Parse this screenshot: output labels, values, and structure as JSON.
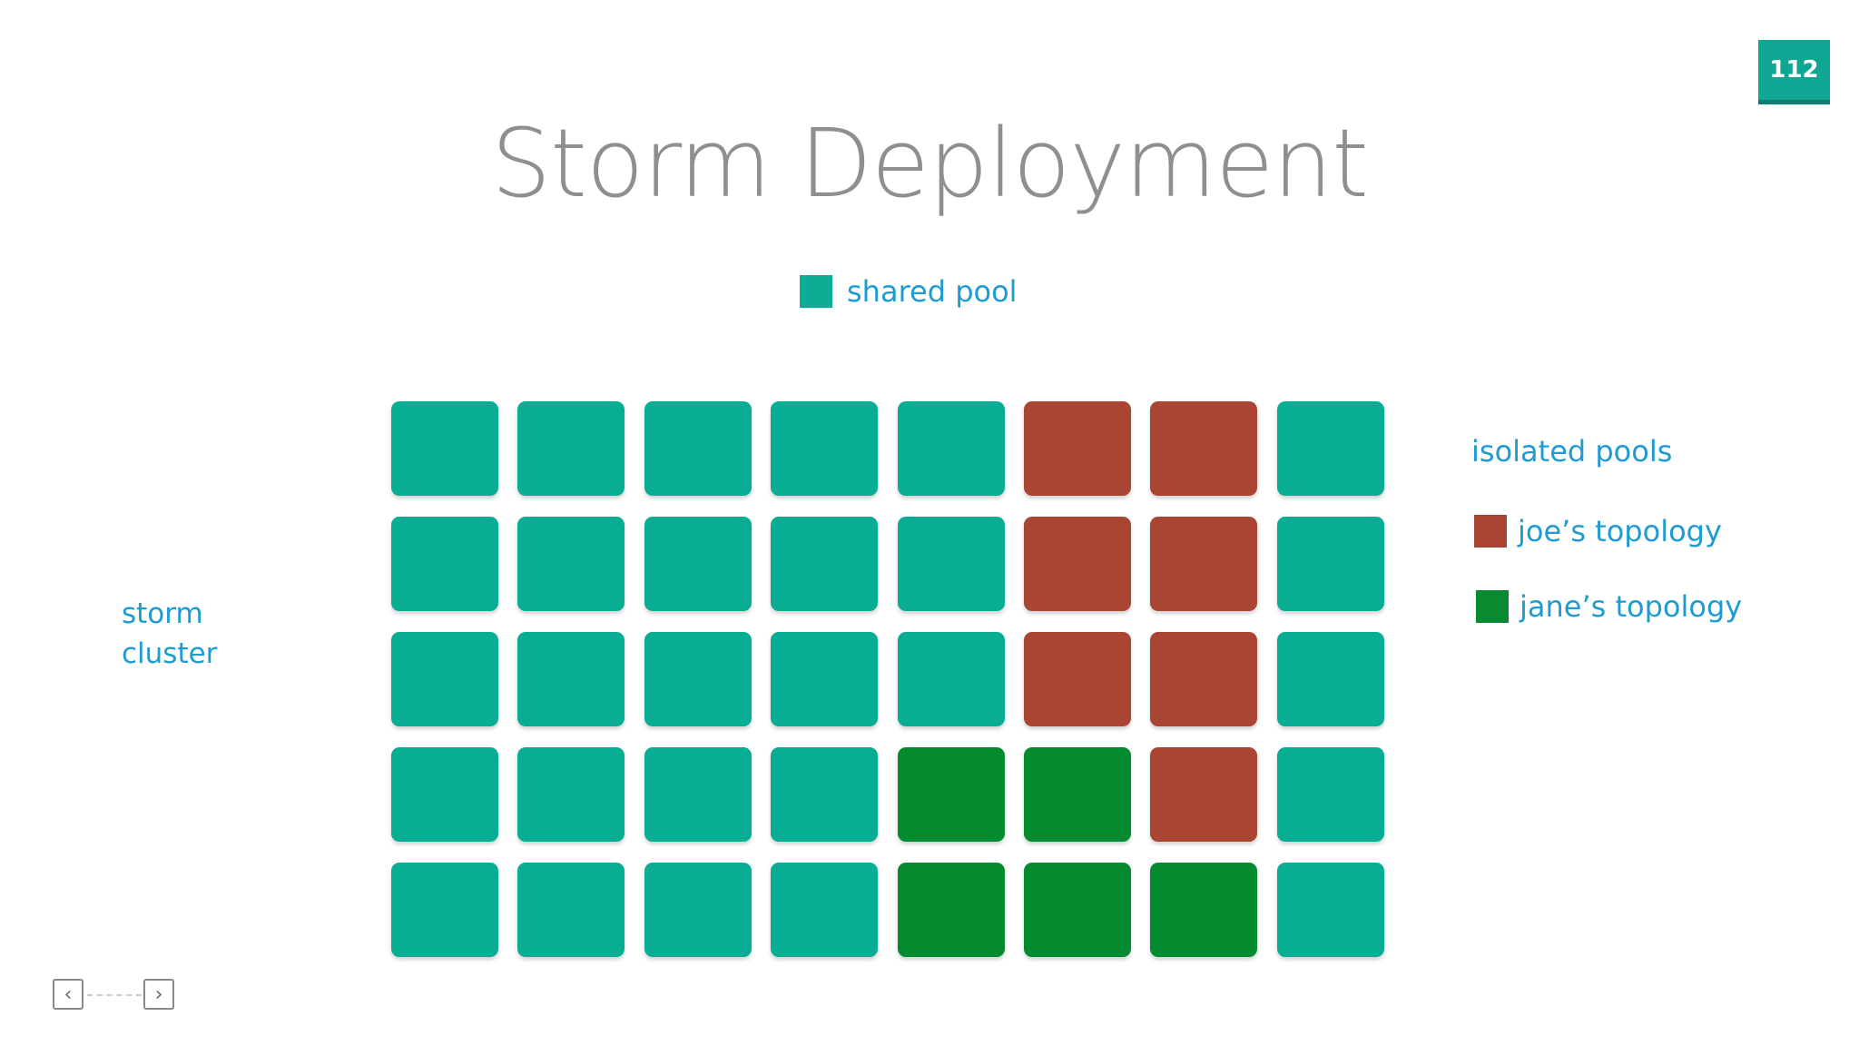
{
  "slide": {
    "page_number": "112",
    "title": "Storm Deployment"
  },
  "legend": {
    "shared_label": "shared pool",
    "isolated_title": "isolated pools",
    "joe_label": "joe’s topology",
    "jane_label": "jane’s topology",
    "colors": {
      "shared": "#08ad94",
      "joe": "#ab4533",
      "jane": "#048b2f"
    }
  },
  "cluster": {
    "label_line1": "storm",
    "label_line2": "cluster",
    "rows": [
      [
        "shared",
        "shared",
        "shared",
        "shared",
        "shared",
        "joe",
        "joe",
        "shared"
      ],
      [
        "shared",
        "shared",
        "shared",
        "shared",
        "shared",
        "joe",
        "joe",
        "shared"
      ],
      [
        "shared",
        "shared",
        "shared",
        "shared",
        "shared",
        "joe",
        "joe",
        "shared"
      ],
      [
        "shared",
        "shared",
        "shared",
        "shared",
        "jane",
        "jane",
        "joe",
        "shared"
      ],
      [
        "shared",
        "shared",
        "shared",
        "shared",
        "jane",
        "jane",
        "jane",
        "shared"
      ]
    ]
  },
  "navigation": {
    "prev_icon": "chevron-left-icon",
    "next_icon": "chevron-right-icon"
  }
}
